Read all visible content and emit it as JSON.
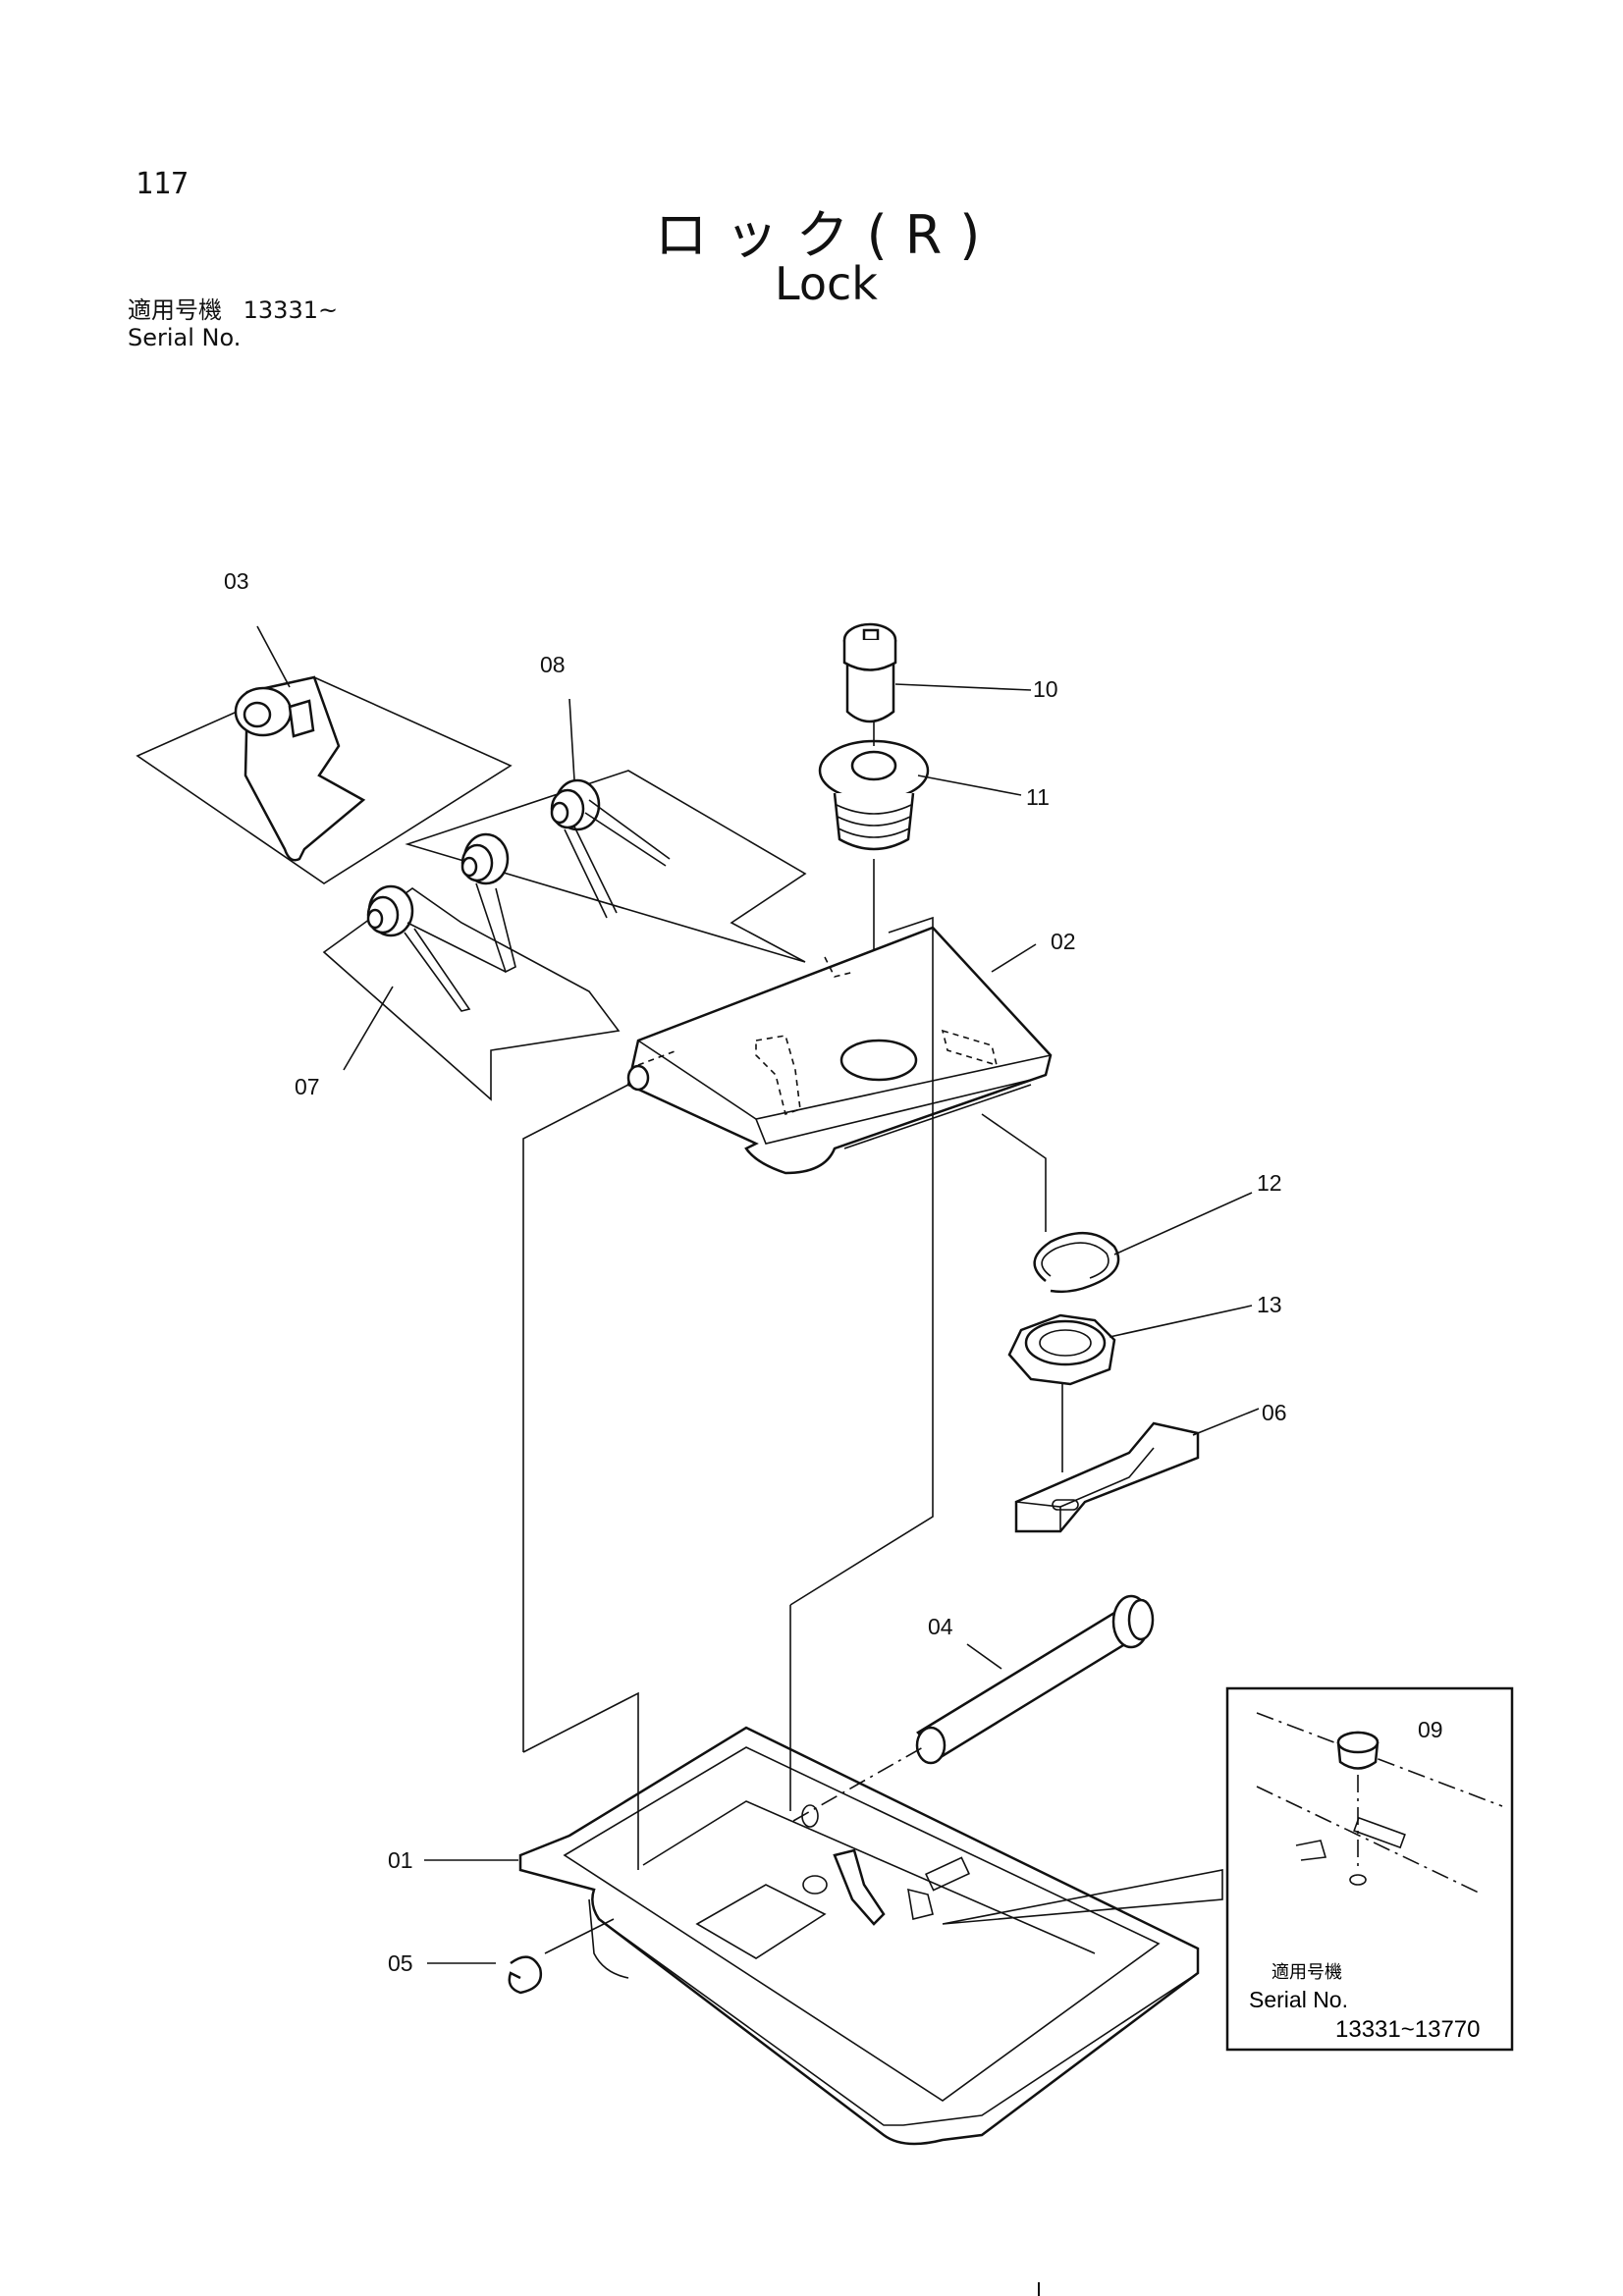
{
  "page": {
    "number": "117"
  },
  "title": {
    "ja": "ロック(R)",
    "en": "Lock"
  },
  "serial": {
    "label_ja": "適用号機",
    "label_en": "Serial No.",
    "range": "13331~"
  },
  "callouts": {
    "p01": "01",
    "p02": "02",
    "p03": "03",
    "p04": "04",
    "p05": "05",
    "p06": "06",
    "p07": "07",
    "p08": "08",
    "p09": "09",
    "p10": "10",
    "p11": "11",
    "p12": "12",
    "p13": "13"
  },
  "inset": {
    "label_ja": "適用号機",
    "label_en": "Serial No.",
    "range": "13331~13770"
  }
}
